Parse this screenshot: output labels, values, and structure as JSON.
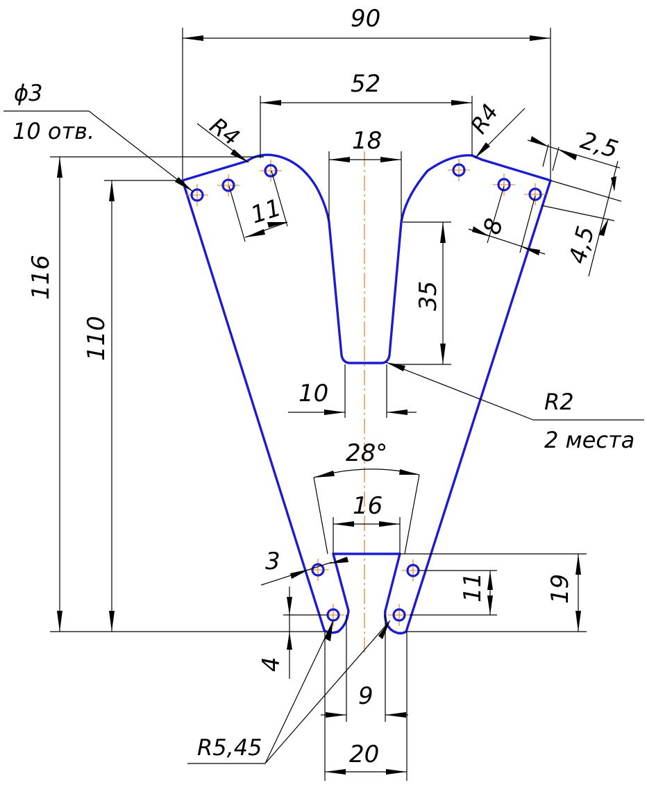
{
  "dimensions": {
    "width_90": "90",
    "width_52": "52",
    "width_18": "18",
    "height_116": "116",
    "height_110": "110",
    "depth_35": "35",
    "width_10": "10",
    "angle_28": "28°",
    "width_16": "16",
    "offset_3": "3",
    "height_11_bottom": "11",
    "height_19": "19",
    "offset_4": "4",
    "width_9": "9",
    "width_20": "20",
    "spacing_11_top": "11",
    "spacing_8": "8",
    "offset_2_5": "2,5",
    "offset_4_5": "4,5",
    "radius_r4_left": "R4",
    "radius_r4_right": "R4"
  },
  "notes": {
    "hole_diameter": "ϕ3",
    "hole_count": "10 отв.",
    "slot_radius": "R2",
    "slot_radius_places": "2 места",
    "foot_radius": "R5,45"
  },
  "colors": {
    "outline": "#1b1bd0",
    "centerline": "#e07a1a",
    "dimension": "#000000"
  }
}
